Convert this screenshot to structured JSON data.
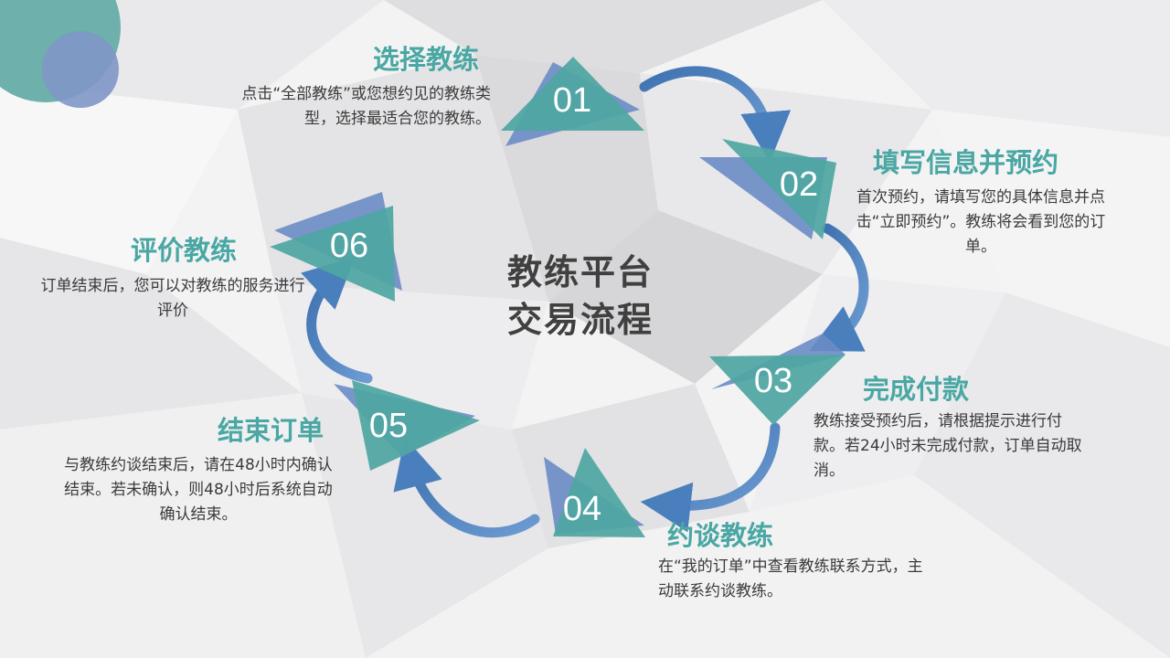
{
  "title_line1": "教练平台",
  "title_line2": "交易流程",
  "colors": {
    "teal": "#4aa7a3",
    "blue": "#5c84c0",
    "arrow": "#4a7fbd",
    "text": "#3a3a3a"
  },
  "steps": [
    {
      "num": "01",
      "title": "选择教练",
      "desc": "点击“全部教练”或您想约见的教练类型，选择最适合您的教练。"
    },
    {
      "num": "02",
      "title": "填写信息并预约",
      "desc": "首次预约，请填写您的具体信息并点击“立即预约”。教练将会看到您的订单。"
    },
    {
      "num": "03",
      "title": "完成付款",
      "desc": "教练接受预约后，请根据提示进行付款。若24小时未完成付款，订单自动取消。"
    },
    {
      "num": "04",
      "title": "约谈教练",
      "desc": "在“我的订单”中查看教练联系方式，主动联系约谈教练。"
    },
    {
      "num": "05",
      "title": "结束订单",
      "desc": "与教练约谈结束后，请在48小时内确认结束。若未确认，则48小时后系统自动确认结束。"
    },
    {
      "num": "06",
      "title": "评价教练",
      "desc": "订单结束后，您可以对教练的服务进行评价"
    }
  ]
}
